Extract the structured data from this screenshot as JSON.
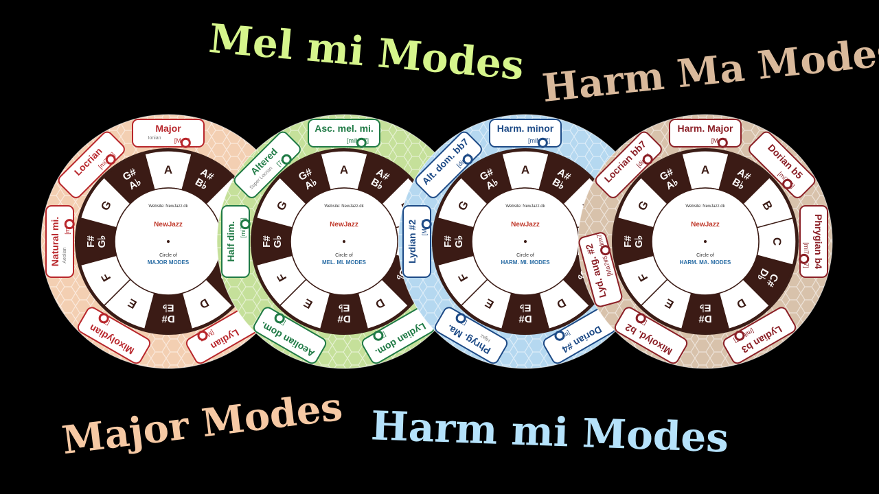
{
  "titles": {
    "mel_mi": {
      "text": "Mel mi Modes",
      "color": "#d6f58c"
    },
    "harm_ma": {
      "text": "Harm Ma Modes",
      "color": "#d9b99b"
    },
    "major": {
      "text": "Major Modes",
      "color": "#f6c9a4"
    },
    "harm_mi": {
      "text": "Harm mi Modes",
      "color": "#b5e2fb"
    }
  },
  "notes": [
    "A",
    "A#|B♭",
    "B",
    "C",
    "C#|D♭",
    "D",
    "D#|E♭",
    "E",
    "F",
    "F#|G♭",
    "G",
    "G#|A♭"
  ],
  "wheels": [
    {
      "id": "major",
      "bg": "#f3cfb2",
      "accent": "#b8262b",
      "brand": "NewJazz",
      "circle_of": "Circle of",
      "circle_name": "MAJOR MODES",
      "labels": [
        {
          "name": "Major",
          "sub": "Ionian",
          "chord": "[Ma7]"
        },
        {
          "name": "Lydian",
          "chord": "[Ma7]"
        },
        {
          "name": "Mixolydian",
          "chord": "[7]"
        },
        {
          "name": "Natural mi.",
          "sub": "Aeolian",
          "chord": "[mi7]"
        },
        {
          "name": "Locrian",
          "chord": "[mi7b5]"
        }
      ]
    },
    {
      "id": "mel_mi",
      "bg": "#c5e09a",
      "accent": "#1f7a45",
      "brand": "NewJazz",
      "circle_of": "Circle of",
      "circle_name": "MEL. MI. MODES",
      "labels": [
        {
          "name": "Asc. mel. mi.",
          "chord": "[miMa7]"
        },
        {
          "name": "Lydian dom.",
          "chord": "[7]"
        },
        {
          "name": "Aeolian dom.",
          "chord": "[7]"
        },
        {
          "name": "Half dim.",
          "chord": "[mi7b5]"
        },
        {
          "name": "Altered",
          "sub": "Super Locrian",
          "chord": "[7alt]"
        }
      ]
    },
    {
      "id": "harm_mi",
      "bg": "#b5d8f0",
      "accent": "#1d4a86",
      "brand": "NewJazz",
      "circle_of": "Circle of",
      "circle_name": "HARM. MI. MODES",
      "labels": [
        {
          "name": "Harm. minor",
          "chord": "[miMa7]"
        },
        {
          "name": "Dorian #4",
          "chord": "[mi7]"
        },
        {
          "name": "Phryg. Ma.",
          "sub": "Hijaz",
          "chord": "[7]"
        },
        {
          "name": "Lydian #2",
          "chord": "[Ma7]"
        },
        {
          "name": "Alt. dom. bb7",
          "chord": "[dim7]"
        }
      ]
    },
    {
      "id": "harm_ma",
      "bg": "#d8c2ab",
      "accent": "#8b1f26",
      "brand": "NewJazz",
      "circle_of": "Circle of",
      "circle_name": "HARM. MA. MODES",
      "labels": [
        {
          "name": "Harm. Major",
          "chord": "[Ma7]"
        },
        {
          "name": "Dorian b5",
          "chord": "[mi7b5]"
        },
        {
          "name": "Phrygian b4",
          "chord": "[mi7 or 7]"
        },
        {
          "name": "Lydian b3",
          "chord": "[miMa7]"
        },
        {
          "name": "Mixolyd. b2",
          "chord": "[7]"
        },
        {
          "name": "Lyd. aug. #2",
          "chord": "[Ma7#5 or dim7]"
        },
        {
          "name": "Locrian bb7",
          "chord": "[dim7]"
        }
      ]
    }
  ],
  "site_text": "Website: NewJazz.dk"
}
